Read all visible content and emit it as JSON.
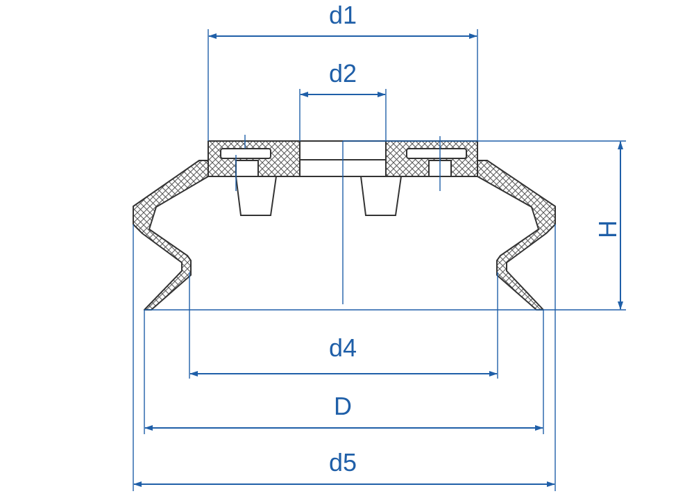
{
  "diagram": {
    "labels": {
      "d1": "d1",
      "d2": "d2",
      "d4": "d4",
      "D": "D",
      "d5": "d5",
      "H": "H"
    },
    "colors": {
      "dimension": "#1f5fa8",
      "outline": "#333333",
      "background": "#ffffff"
    }
  }
}
